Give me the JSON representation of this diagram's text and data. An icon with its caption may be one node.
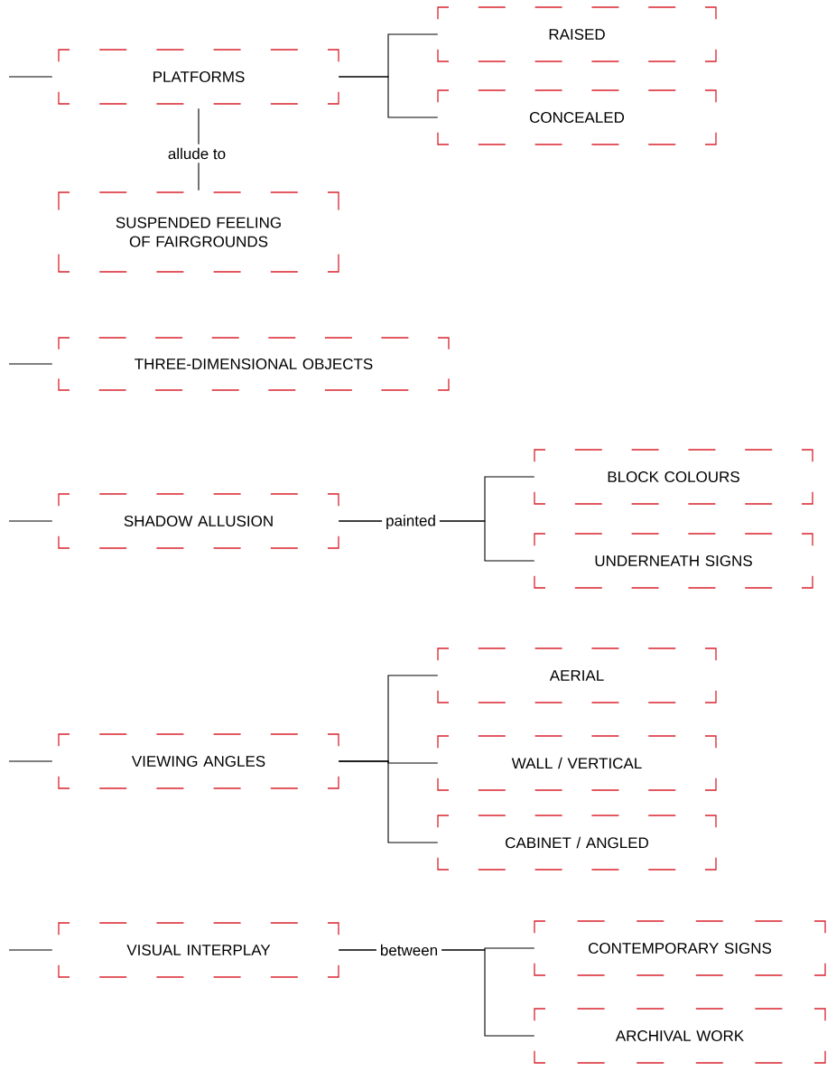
{
  "diagram": {
    "nodes": [
      {
        "text": [
          "PLATFORMS"
        ]
      },
      {
        "text": [
          "RAISED"
        ]
      },
      {
        "text": [
          "CONCEALED"
        ]
      },
      {
        "text": [
          "SUSPENDED FEELING OF FAIRGROUNDS"
        ]
      },
      {
        "text": [
          "THREE-DIMENSIONAL OBJECTS"
        ]
      },
      {
        "text": [
          "SHADOW ALLUSION"
        ]
      },
      {
        "text": [
          "BLOCK COLOURS"
        ]
      },
      {
        "text": [
          "UNDERNEATH SIGNS"
        ]
      },
      {
        "text": [
          "AERIAL"
        ]
      },
      {
        "text": [
          "VIEWING ANGLES"
        ]
      },
      {
        "text": [
          "WALL / VERTICAL"
        ]
      },
      {
        "text": [
          "CABINET / ANGLED"
        ]
      },
      {
        "text": [
          "VISUAL INTERPLAY"
        ]
      },
      {
        "text": [
          "CONTEMPORARY SIGNS"
        ]
      },
      {
        "text": [
          "ARCHIVAL WORK"
        ]
      }
    ],
    "edges": [
      {
        "from": null,
        "to": 0,
        "arrow": "none"
      },
      {
        "from": 0,
        "to": 1,
        "arrow": "none"
      },
      {
        "from": 0,
        "to": 2,
        "arrow": "none"
      },
      {
        "from": 0,
        "to": 3,
        "arrow": "none",
        "label": "allude to"
      },
      {
        "from": null,
        "to": 4,
        "arrow": "none"
      },
      {
        "from": null,
        "to": 5,
        "arrow": "none"
      },
      {
        "from": 5,
        "to": 6,
        "arrow": "none",
        "label": "painted"
      },
      {
        "from": 5,
        "to": 7,
        "arrow": "none"
      },
      {
        "from": null,
        "to": 9,
        "arrow": "none"
      },
      {
        "from": 9,
        "to": 8,
        "arrow": "none"
      },
      {
        "from": 9,
        "to": 10,
        "arrow": "none"
      },
      {
        "from": 9,
        "to": 11,
        "arrow": "none"
      },
      {
        "from": null,
        "to": 12,
        "arrow": "none"
      },
      {
        "from": 12,
        "to": 13,
        "arrow": "none",
        "label": "between"
      },
      {
        "from": 12,
        "to": 14,
        "arrow": "none"
      }
    ]
  }
}
